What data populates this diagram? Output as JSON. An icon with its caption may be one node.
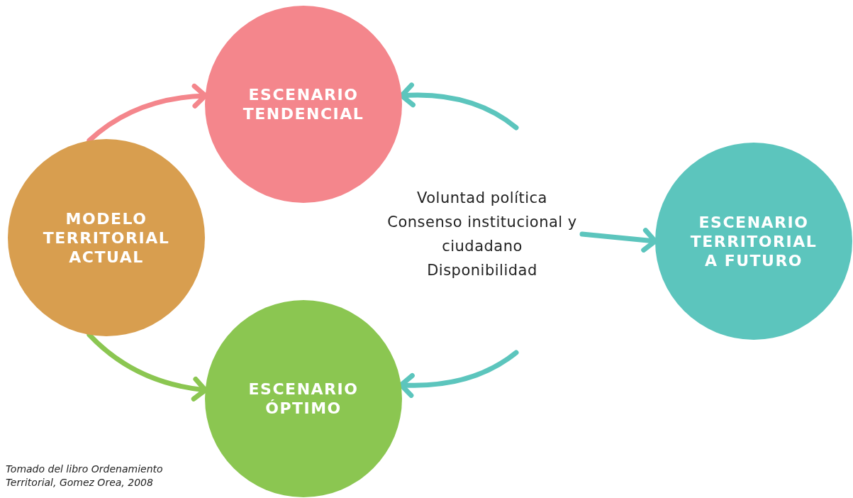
{
  "diagram": {
    "caption": "Tomado del libro Ordenamiento Territorial, Gomez Orea, 2008",
    "nodes": [
      {
        "text": [
          "MODELO TERRITORIAL ACTUAL"
        ]
      },
      {
        "text": [
          "ESCENARIO TENDENCIAL"
        ]
      },
      {
        "text": [
          "ESCENARIO ÓPTIMO"
        ]
      },
      {
        "text": [
          "Voluntad política",
          "Consenso institucional y ciudadano",
          "Disponibilidad"
        ]
      },
      {
        "text": [
          "ESCENARIO TERRITORIAL A FUTURO"
        ]
      }
    ],
    "edges": [
      {
        "from": 0,
        "to": 1,
        "arrow": "to",
        "color": "#f4868c"
      },
      {
        "from": null,
        "to": 1,
        "arrow": "to"
      },
      {
        "from": 0,
        "to": 2,
        "arrow": "to",
        "color": "#8bc651"
      },
      {
        "from": null,
        "to": 2,
        "arrow": "to"
      },
      {
        "from": 3,
        "to": 4,
        "arrow": "to"
      }
    ]
  }
}
